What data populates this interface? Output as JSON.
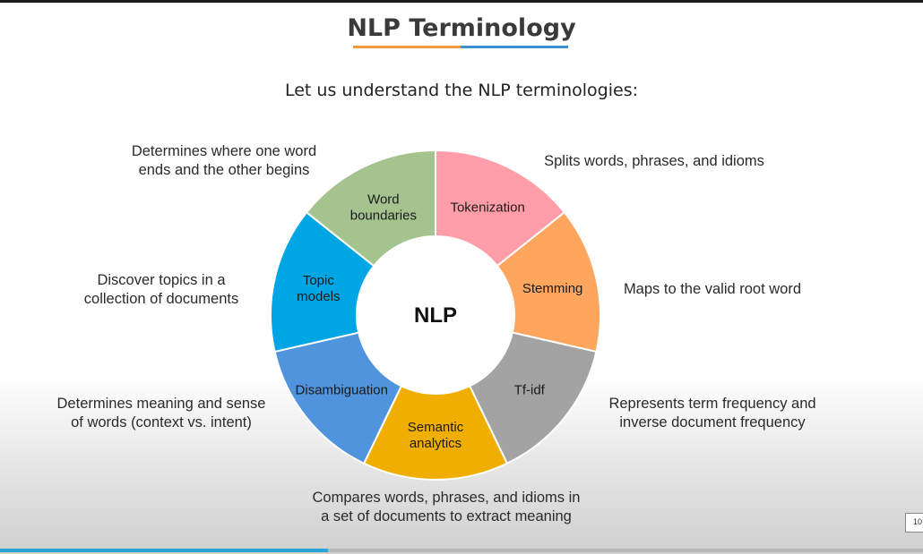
{
  "title": "NLP Terminology",
  "subtitle": "Let us understand the NLP terminologies:",
  "center_label": "NLP",
  "segments": [
    {
      "label_lines": [
        "Tokenization"
      ],
      "color": "#ff9ea8",
      "description_lines": [
        "Splits words, phrases, and idioms"
      ]
    },
    {
      "label_lines": [
        "Stemming"
      ],
      "color": "#ffa65e",
      "description_lines": [
        "Maps to the valid root word"
      ]
    },
    {
      "label_lines": [
        "Tf-idf"
      ],
      "color": "#a3a3a3",
      "description_lines": [
        "Represents term frequency and",
        "inverse document frequency"
      ]
    },
    {
      "label_lines": [
        "Semantic",
        "analytics"
      ],
      "color": "#f0ae00",
      "description_lines": [
        "Compares words, phrases, and idioms in",
        "a set of documents to extract meaning"
      ]
    },
    {
      "label_lines": [
        "Disambiguation"
      ],
      "color": "#4f94dc",
      "description_lines": [
        "Determines meaning and sense",
        "of words (context vs. intent)"
      ]
    },
    {
      "label_lines": [
        "Topic",
        "models"
      ],
      "color": "#00a5e3",
      "description_lines": [
        "Discover topics in a",
        "collection of documents"
      ]
    },
    {
      "label_lines": [
        "Word",
        "boundaries"
      ],
      "color": "#a5c38f",
      "description_lines": [
        "Determines where one word",
        "ends and the other begins"
      ]
    }
  ],
  "player": {
    "progress_fraction": 0.355,
    "page_indicator": "10"
  }
}
